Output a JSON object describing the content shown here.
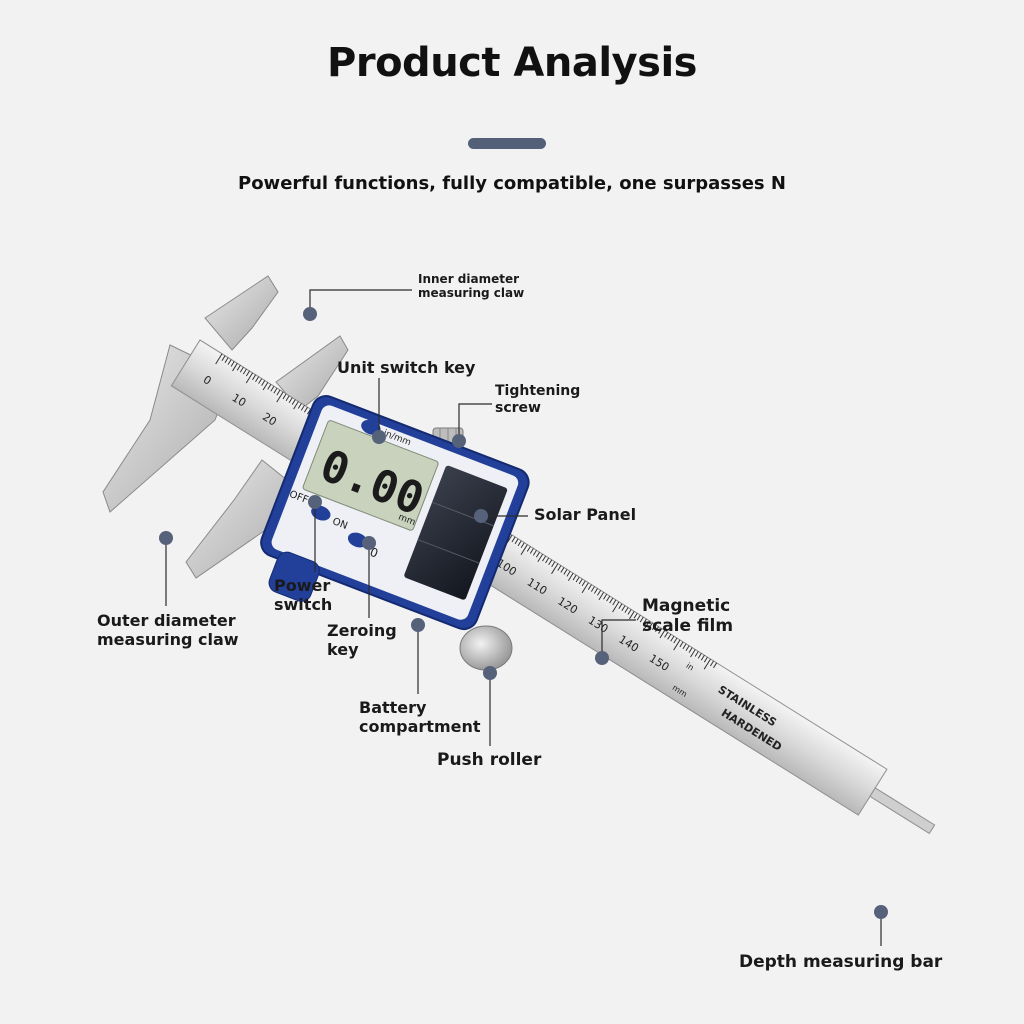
{
  "header": {
    "title": "Product Analysis",
    "subtitle": "Powerful functions, fully compatible, one surpasses N"
  },
  "labels": {
    "inner_claw": [
      "Inner diameter",
      "measuring claw"
    ],
    "unit_switch": [
      "Unit switch key"
    ],
    "tightening": [
      "Tightening",
      "screw"
    ],
    "solar": [
      "Solar Panel"
    ],
    "outer_claw": [
      "Outer diameter",
      "measuring claw"
    ],
    "power": [
      "Power",
      "switch"
    ],
    "zeroing": [
      "Zeroing",
      "key"
    ],
    "battery": [
      "Battery",
      "compartment"
    ],
    "roller": [
      "Push roller"
    ],
    "magnetic": [
      "Magnetic",
      "scale film"
    ],
    "depth": [
      "Depth measuring bar"
    ]
  },
  "caliper": {
    "display": "0.00",
    "display_unit": "mm",
    "unit_key_label": "in/mm",
    "off_label": "OFF",
    "on_label": "ON",
    "zero_label": "0",
    "scale_marks_left": [
      "0",
      "10",
      "20"
    ],
    "scale_marks_right": [
      "100",
      "110",
      "120",
      "130",
      "140",
      "150"
    ],
    "inch_label": "in",
    "mm_label": "mm",
    "engraving": [
      "STAINLESS",
      "HARDENED"
    ]
  },
  "colors": {
    "accent_bar": "#536078",
    "callout_dot": "#56627a",
    "frame_blue": "#22409a",
    "lcd": "#c8d2bd",
    "steel": "#d6d6d6"
  }
}
